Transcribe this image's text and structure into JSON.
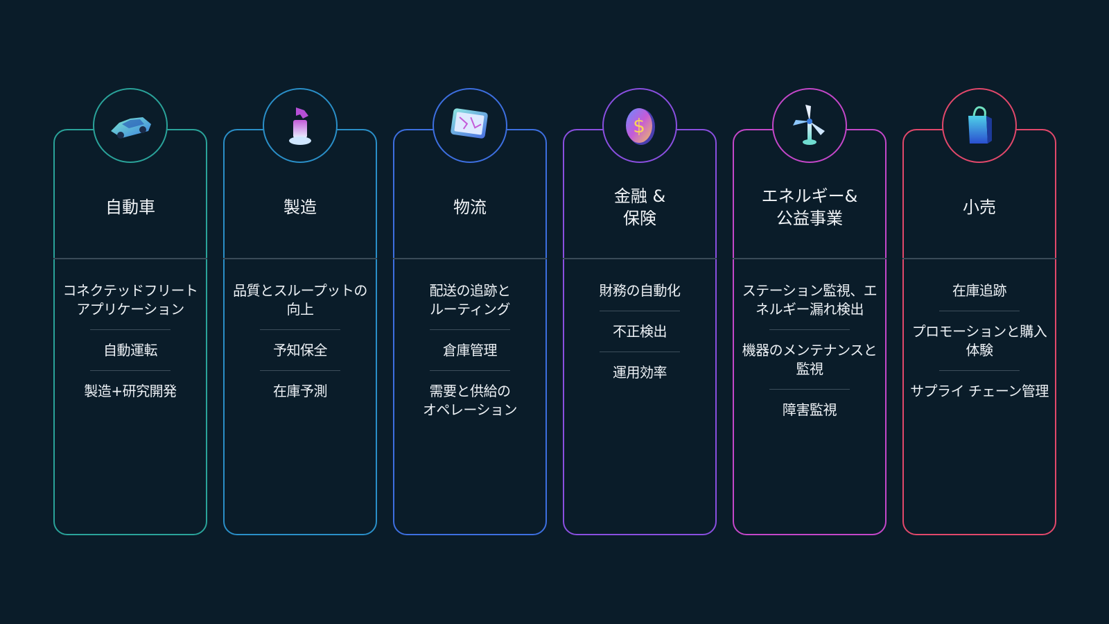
{
  "columns": [
    {
      "title": "自動車",
      "icon": "car-icon",
      "color": "#2aa39a",
      "items": [
        "コネクテッドフリート\nアプリケーション",
        "自動運転",
        "製造+研究開発"
      ]
    },
    {
      "title": "製造",
      "icon": "robot-arm-icon",
      "color": "#2a8fc8",
      "items": [
        "品質とスループットの\n向上",
        "予知保全",
        "在庫予測"
      ]
    },
    {
      "title": "物流",
      "icon": "map-screen-icon",
      "color": "#3d6fe0",
      "items": [
        "配送の追跡と\nルーティング",
        "倉庫管理",
        "需要と供給の\nオペレーション"
      ]
    },
    {
      "title": "金融 &\n保険",
      "icon": "dollar-coin-icon",
      "color": "#8a4fe0",
      "items": [
        "財務の自動化",
        "不正検出",
        "運用効率"
      ]
    },
    {
      "title": "エネルギー&\n公益事業",
      "icon": "wind-turbine-icon",
      "color": "#c447c9",
      "items": [
        "ステーション監視、エ\nネルギー漏れ検出",
        "機器のメンテナンスと\n監視",
        "障害監視"
      ]
    },
    {
      "title": "小売",
      "icon": "shopping-bag-icon",
      "color": "#e2486b",
      "items": [
        "在庫追跡",
        "プロモーションと購入\n体験",
        "サプライ チェーン管理"
      ]
    }
  ]
}
